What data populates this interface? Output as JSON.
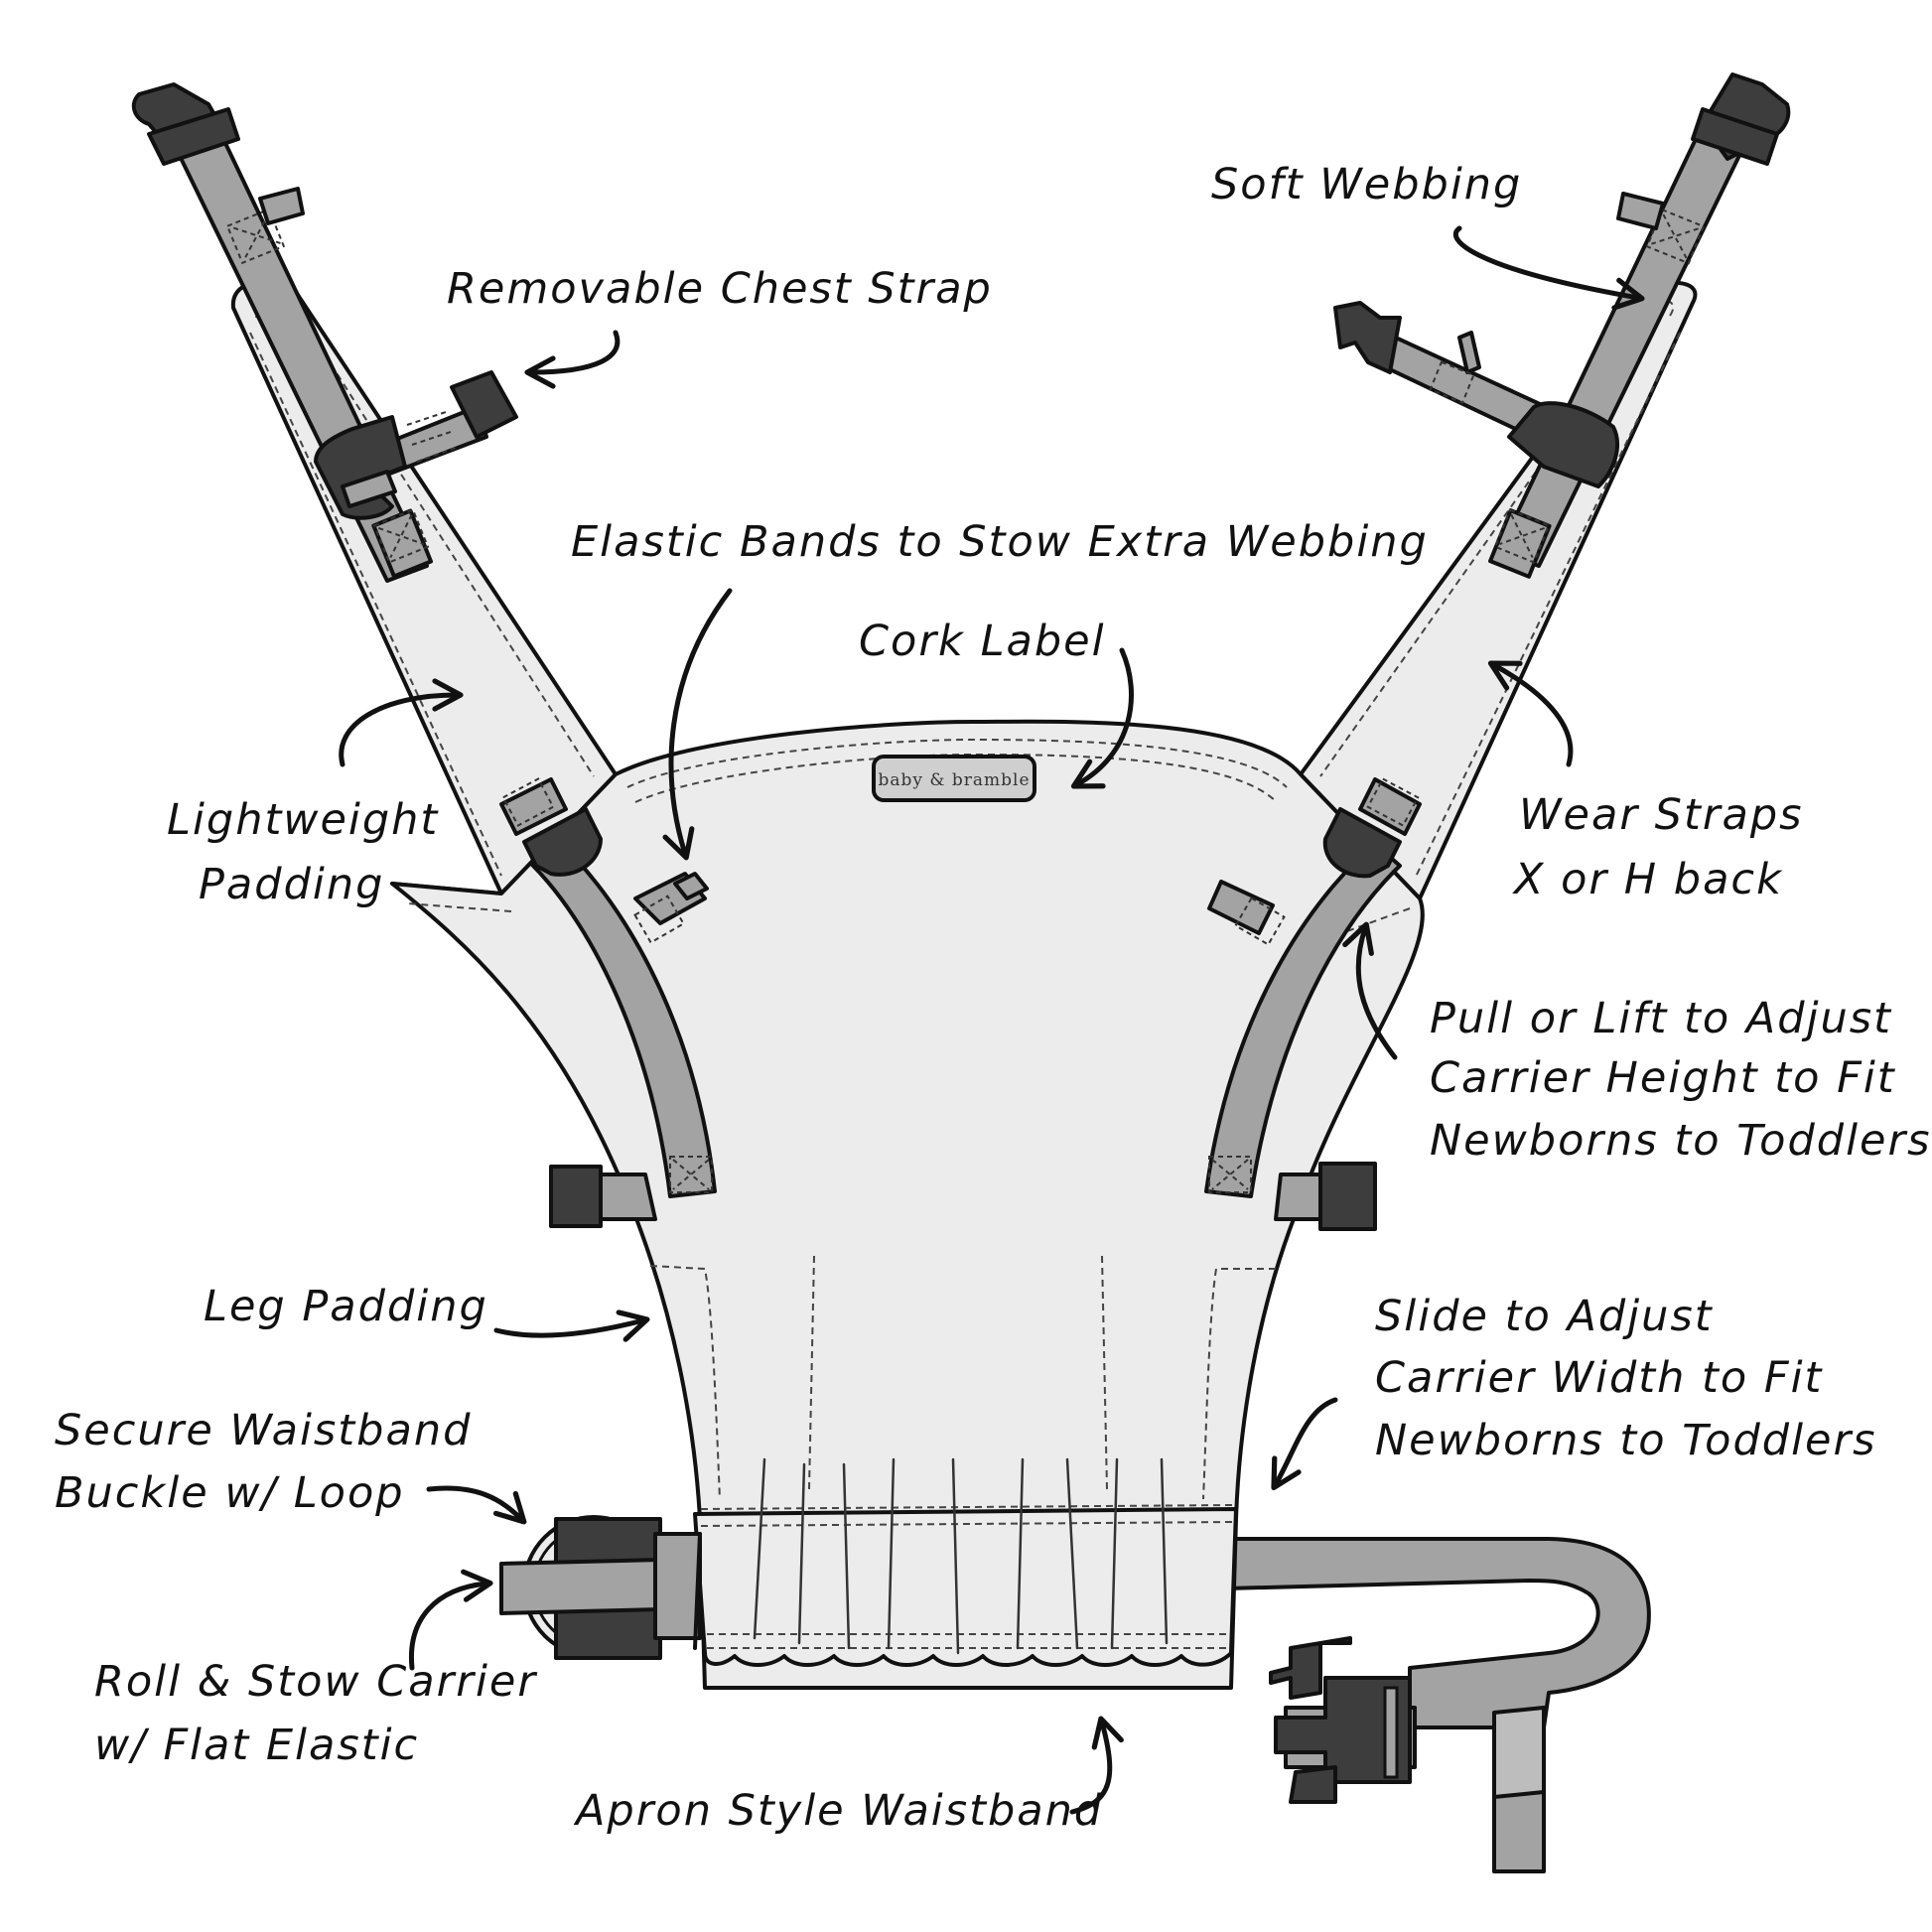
{
  "brand_label": "baby & bramble",
  "colors": {
    "fabric": "#ececec",
    "webbing": "#a3a3a3",
    "buckle": "#3d3d3d",
    "outline": "#111111"
  },
  "labels": {
    "removable_chest_strap": "Removable Chest Strap",
    "soft_webbing": "Soft Webbing",
    "elastic_bands": "Elastic Bands to Stow Extra Webbing",
    "cork_label": "Cork Label",
    "lightweight_padding": [
      "Lightweight",
      "Padding"
    ],
    "wear_straps": [
      "Wear Straps",
      "X or H back"
    ],
    "pull_or_lift": [
      "Pull or Lift to Adjust",
      "Carrier Height to Fit",
      "Newborns to Toddlers"
    ],
    "leg_padding": "Leg Padding",
    "slide_to_adjust": [
      "Slide to Adjust",
      "Carrier Width to Fit",
      "Newborns to Toddlers"
    ],
    "secure_waistband": [
      "Secure Waistband",
      "Buckle w/ Loop"
    ],
    "roll_and_stow": [
      "Roll & Stow Carrier",
      "w/ Flat Elastic"
    ],
    "apron_waistband": "Apron Style Waistband"
  }
}
